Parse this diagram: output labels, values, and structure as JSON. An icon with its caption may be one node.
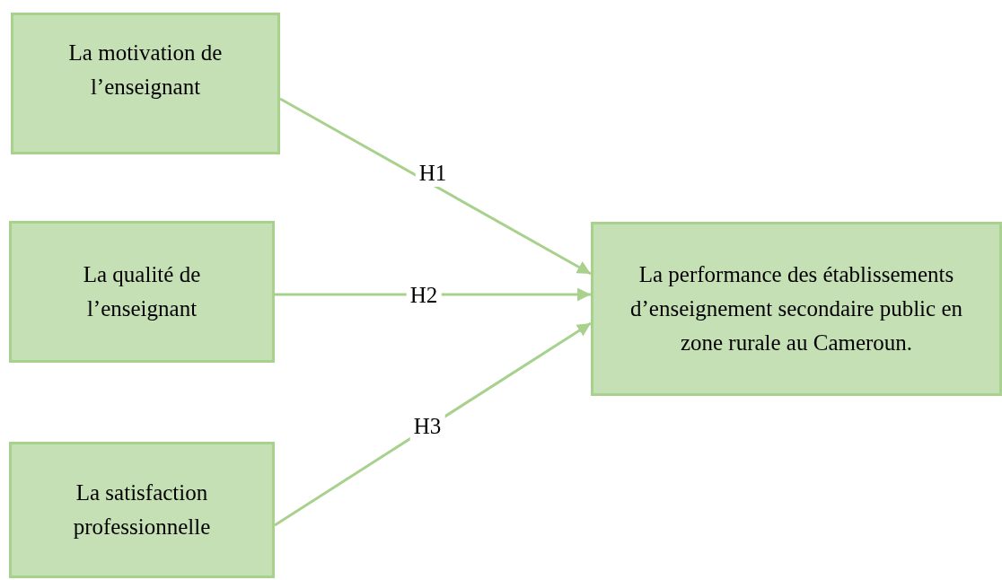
{
  "diagram": {
    "nodes": [
      {
        "text": [
          "La motivation de l’enseignant"
        ]
      },
      {
        "text": [
          "La qualité de l’enseignant"
        ]
      },
      {
        "text": [
          "La satisfaction professionnelle"
        ]
      },
      {
        "text": [
          "La performance des établissements d’enseignement secondaire public en zone rurale au Cameroun."
        ]
      }
    ],
    "edges": [
      {
        "from": 0,
        "to": 3,
        "arrow": "to",
        "label": "H1"
      },
      {
        "from": 1,
        "to": 3,
        "arrow": "to",
        "label": "H2"
      },
      {
        "from": 2,
        "to": 3,
        "arrow": "to",
        "label": "H3"
      }
    ]
  }
}
